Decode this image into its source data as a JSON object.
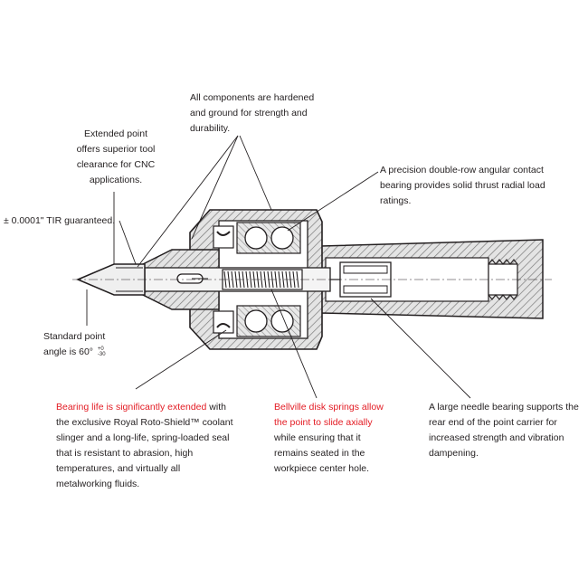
{
  "colors": {
    "ink": "#231f20",
    "highlight": "#e31b23",
    "hatch_fill": "#d2d2d2"
  },
  "callouts": {
    "components": {
      "lines": [
        "All components are hardened",
        "and ground for strength and",
        "durability."
      ]
    },
    "extended_point": {
      "lines": [
        "Extended point",
        "offers superior tool",
        "clearance for CNC",
        "applications."
      ]
    },
    "precision_bearing": {
      "lines": [
        "A precision double-row angular contact",
        "bearing provides solid thrust radial load",
        "ratings."
      ]
    },
    "tir": {
      "text": "± 0.0001\" TIR guaranteed."
    },
    "standard_point": {
      "lines": [
        "Standard point",
        "angle is 60°"
      ],
      "tolerance_upper": "+0",
      "tolerance_lower": "-30"
    },
    "bearing_life": {
      "highlight": "Bearing life is significantly extended",
      "first_line_rest": " with",
      "lines": [
        "the exclusive Royal Roto-Shield™ coolant",
        "slinger and a long-life, spring-loaded seal",
        "that is resistant to abrasion, high",
        "temperatures, and virtually all",
        "metalworking fluids."
      ]
    },
    "bellville": {
      "highlight_lines": [
        "Bellville disk springs allow",
        "the point to slide axially"
      ],
      "lines": [
        "while ensuring that it",
        "remains seated in the",
        "workpiece center hole."
      ]
    },
    "needle_bearing": {
      "lines": [
        "A large needle bearing supports the",
        "rear end of the point carrier for",
        "increased strength and vibration",
        "dampening."
      ]
    }
  }
}
